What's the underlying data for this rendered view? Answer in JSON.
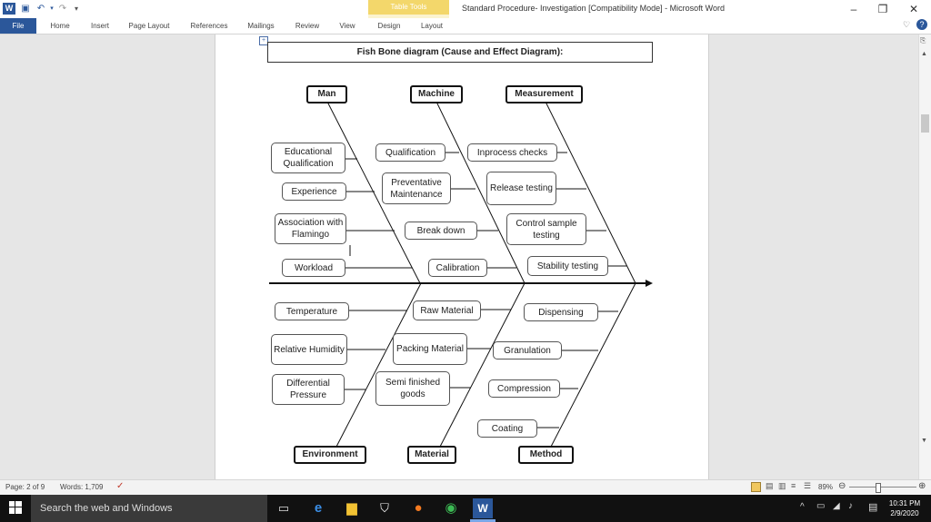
{
  "window": {
    "title": "Standard Procedure- Investigation [Compatibility Mode]  -  Microsoft Word",
    "contextual_group": "Table Tools",
    "controls": {
      "minimize": "–",
      "restore": "❐",
      "close": "✕"
    }
  },
  "ribbon": {
    "tabs": [
      "File",
      "Home",
      "Insert",
      "Page Layout",
      "References",
      "Mailings",
      "Review",
      "View",
      "Design",
      "Layout"
    ]
  },
  "document": {
    "table_title": "Fish Bone diagram (Cause and Effect Diagram):",
    "categories": {
      "man": "Man",
      "machine": "Machine",
      "measurement": "Measurement",
      "environment": "Environment",
      "material": "Material",
      "method": "Method"
    },
    "causes": {
      "man": [
        "Educational Qualification",
        "Experience",
        "Association with Flamingo",
        "Workload"
      ],
      "machine": [
        "Qualification",
        "Preventative Maintenance",
        "Break down",
        "Calibration"
      ],
      "measurement": [
        "Inprocess checks",
        "Release testing",
        "Control sample testing",
        "Stability testing"
      ],
      "environment": [
        "Temperature",
        "Relative Humidity",
        "Differential Pressure"
      ],
      "material": [
        "Raw Material",
        "Packing Material",
        "Semi finished goods"
      ],
      "method": [
        "Dispensing",
        "Granulation",
        "Compression",
        "Coating"
      ]
    }
  },
  "statusbar": {
    "page": "Page: 2 of 9",
    "words": "Words: 1,709",
    "zoom": "89%"
  },
  "taskbar": {
    "search_placeholder": "Search the web and Windows",
    "time": "10:31 PM",
    "date": "2/9/2020"
  },
  "colors": {
    "word_blue": "#2b579a",
    "table_tools": "#f3d76b",
    "taskbar": "#111111"
  }
}
